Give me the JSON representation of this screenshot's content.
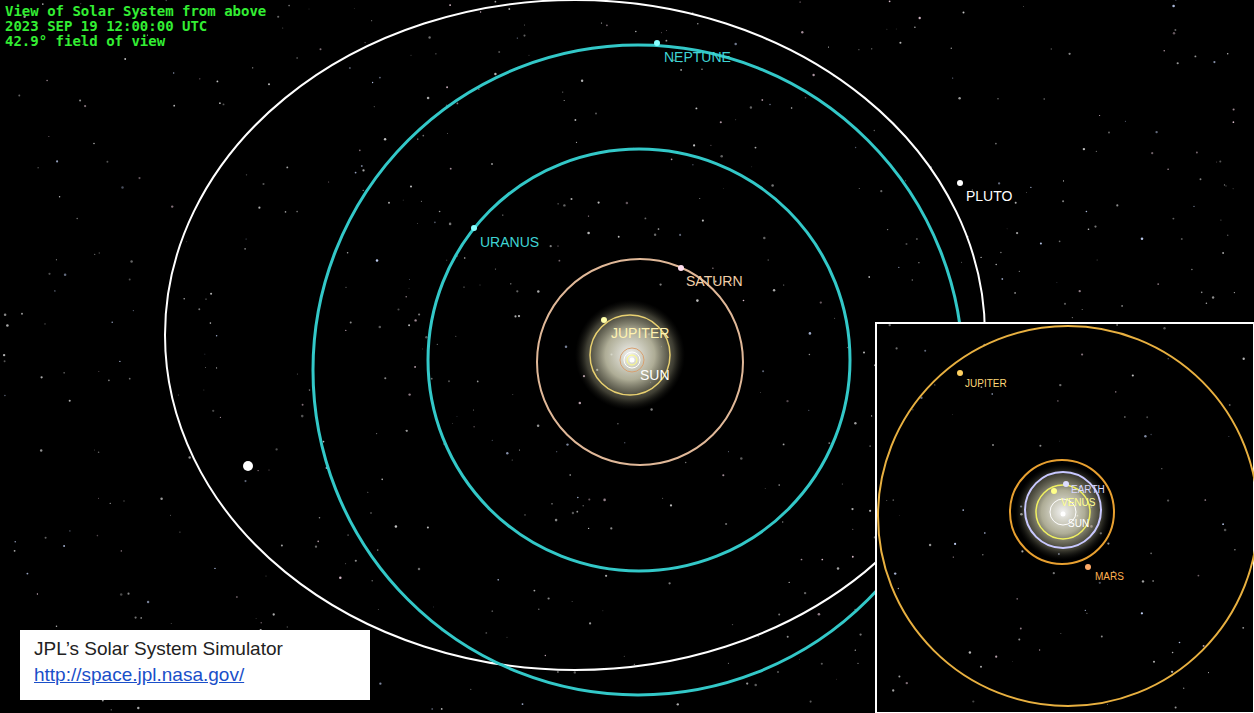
{
  "diagram": {
    "nodes": [
      {
        "text": [
          "JPL’s Solar System Simulator",
          "http://space.jpl.nasa.gov/"
        ]
      }
    ],
    "labels": [
      "View of Solar System from above",
      "2023 SEP 19 12:00:00 UTC",
      "42.9° field of view",
      "NEPTUNE",
      "PLUTO",
      "URANUS",
      "SATURN",
      "JUPITER",
      "SUN",
      "JUPITER",
      "EARTH",
      "VENUS",
      "SUN",
      "MARS"
    ]
  }
}
